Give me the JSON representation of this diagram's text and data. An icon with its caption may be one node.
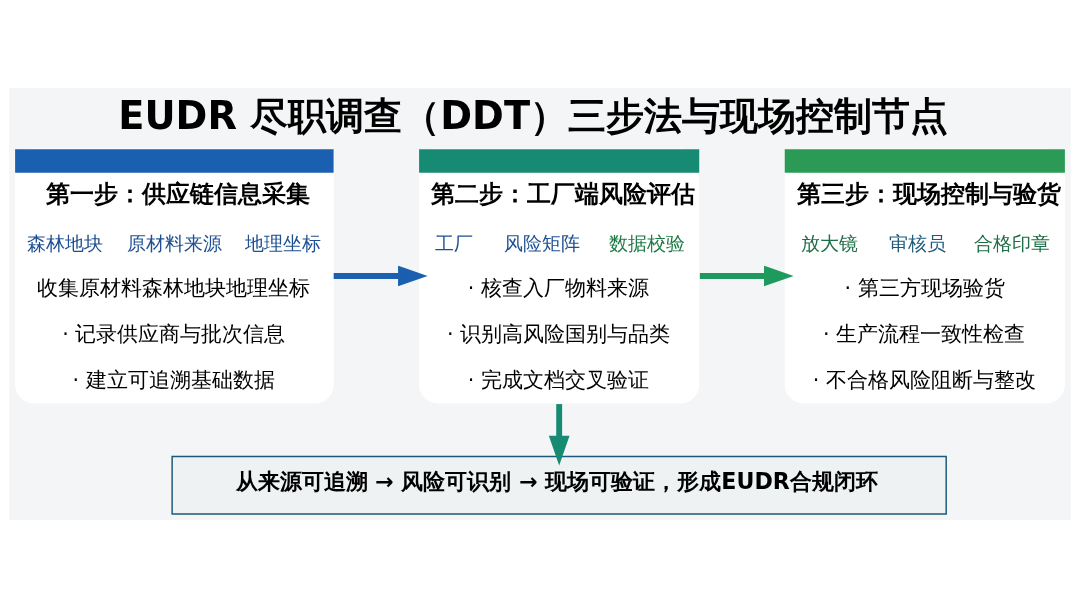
{
  "diagram": {
    "title": "EUDR 尽职调查（DDT）三步法与现场控制节点",
    "nodes": [
      {
        "text": [
          "第一步：供应链信息采集",
          "森林地块",
          "原材料来源",
          "地理坐标",
          "收集原材料森林地块地理坐标",
          "· 记录供应商与批次信息",
          "· 建立可追溯基础数据"
        ]
      },
      {
        "text": [
          "第二步：工厂端风险评估",
          "工厂",
          "风险矩阵",
          "数据校验",
          "· 核查入厂物料来源",
          "· 识别高风险国别与品类",
          "· 完成文档交叉验证"
        ]
      },
      {
        "text": [
          "第三步：现场控制与验货",
          "放大镜",
          "审核员",
          "合格印章",
          "· 第三方现场验货",
          "· 生产流程一致性检查",
          "· 不合格风险阻断与整改"
        ]
      },
      {
        "text": [
          "从来源可追溯 → 风险可识别 → 现场可验证，形成EUDR合规闭环"
        ]
      }
    ],
    "edges": [
      {
        "from": 0,
        "to": 1,
        "arrow": "to",
        "color": "#1a5fb0"
      },
      {
        "from": 1,
        "to": 2,
        "arrow": "to",
        "color": "#1e9a5e"
      },
      {
        "from": 1,
        "to": 3,
        "arrow": "to",
        "color": "#168a72"
      }
    ]
  }
}
